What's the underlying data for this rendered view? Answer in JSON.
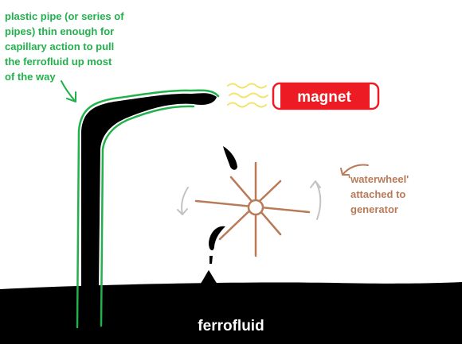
{
  "annotations": {
    "pipe_note_lines": [
      "plastic pipe (or series of",
      "pipes) thin enough for",
      "capillary action to pull",
      "the ferrofluid up most",
      "of the way"
    ],
    "magnet_label": "magnet",
    "waterwheel_lines": [
      "'waterwheel'",
      "attached to",
      "generator"
    ],
    "ferrofluid_label": "ferrofluid"
  },
  "colors": {
    "pipe_outline": "#22b14c",
    "annotation_green": "#22b14c",
    "magnet_red": "#ed1c24",
    "wheel_brown": "#b97a57",
    "field_yellow": "#f2e46a",
    "rotation_arrow_gray": "#c3c3c3",
    "fluid_black": "#000000"
  }
}
